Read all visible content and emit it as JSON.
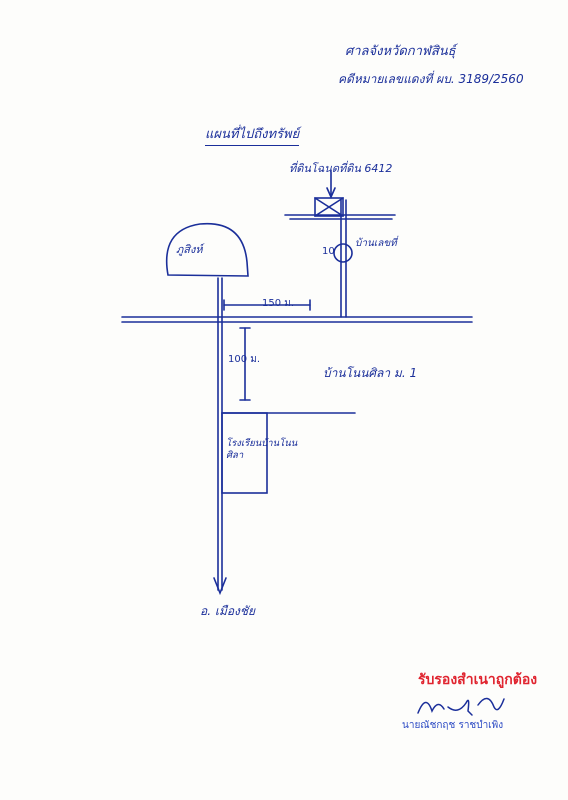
{
  "header": {
    "court": "ศาลจังหวัดกาฬสินธุ์",
    "case_no": "คดีหมายเลขแดงที่ ผบ. 3189/2560"
  },
  "map_title": "แผนที่ไปถึงทรัพย์",
  "labels": {
    "property_land": "ที่ดินโฉนดที่ดิน 6412",
    "house": "บ้านเลขที่",
    "house_no": "10",
    "mountain": "ภูสิงห์",
    "distance_horizontal": "150 ม.",
    "distance_vertical": "100 ม.",
    "village": "บ้านโนนศิลา ม. 1",
    "school": "โรงเรียนบ้านโนนศิลา",
    "direction": "อ. เมืองชัย"
  },
  "certification": {
    "stamp_text": "รับรองสำเนาถูกต้อง",
    "signer_name": "นายณัชกฤช ราชบำเพิง"
  },
  "colors": {
    "ink": "#1b2f9a",
    "stamp_red": "#e0242f",
    "stamp_blue": "#2d4bc4"
  }
}
